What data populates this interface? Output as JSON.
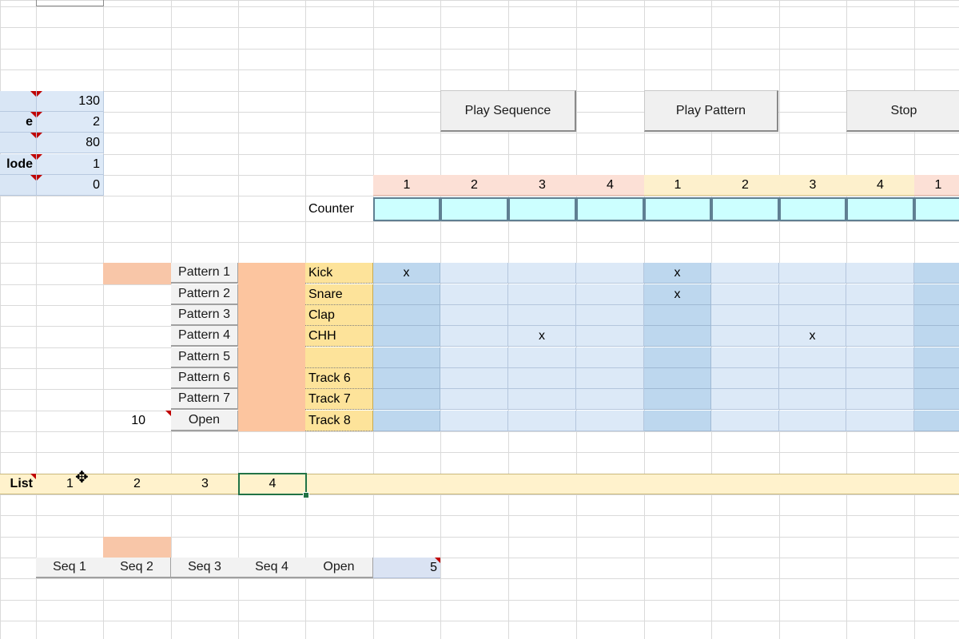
{
  "params": [
    {
      "label": "",
      "value": "130"
    },
    {
      "label": "e",
      "value": "2"
    },
    {
      "label": "",
      "value": "80"
    },
    {
      "label": "lode",
      "value": "1"
    },
    {
      "label": "",
      "value": "0"
    }
  ],
  "buttons": {
    "play_sequence": "Play Sequence",
    "play_pattern": "Play Pattern",
    "stop": "Stop"
  },
  "beat_header": [
    "1",
    "2",
    "3",
    "4",
    "1",
    "2",
    "3",
    "4",
    "1"
  ],
  "counter_label": "Counter",
  "patterns": [
    "Pattern 1",
    "Pattern 2",
    "Pattern 3",
    "Pattern 4",
    "Pattern 5",
    "Pattern 6",
    "Pattern 7"
  ],
  "pattern_open": "Open",
  "pattern_value": "10",
  "tracks": [
    "Kick",
    "Snare",
    "Clap",
    "CHH",
    "",
    "Track 6",
    "Track 7",
    "Track 8"
  ],
  "steps": [
    [
      "x",
      "",
      "",
      "",
      "x",
      "",
      "",
      "",
      ""
    ],
    [
      "",
      "",
      "",
      "",
      "x",
      "",
      "",
      "",
      ""
    ],
    [
      "",
      "",
      "",
      "",
      "",
      "",
      "",
      "",
      ""
    ],
    [
      "",
      "",
      "x",
      "",
      "",
      "",
      "x",
      "",
      ""
    ],
    [
      "",
      "",
      "",
      "",
      "",
      "",
      "",
      "",
      ""
    ],
    [
      "",
      "",
      "",
      "",
      "",
      "",
      "",
      "",
      ""
    ],
    [
      "",
      "",
      "",
      "",
      "",
      "",
      "",
      "",
      ""
    ],
    [
      "",
      "",
      "",
      "",
      "",
      "",
      "",
      "",
      ""
    ]
  ],
  "list": {
    "label": "List",
    "items": [
      "1",
      "2",
      "3",
      "4"
    ]
  },
  "sequences": [
    "Seq 1",
    "Seq 2",
    "Seq 3",
    "Seq 4"
  ],
  "seq_open": "Open",
  "seq_value": "5"
}
